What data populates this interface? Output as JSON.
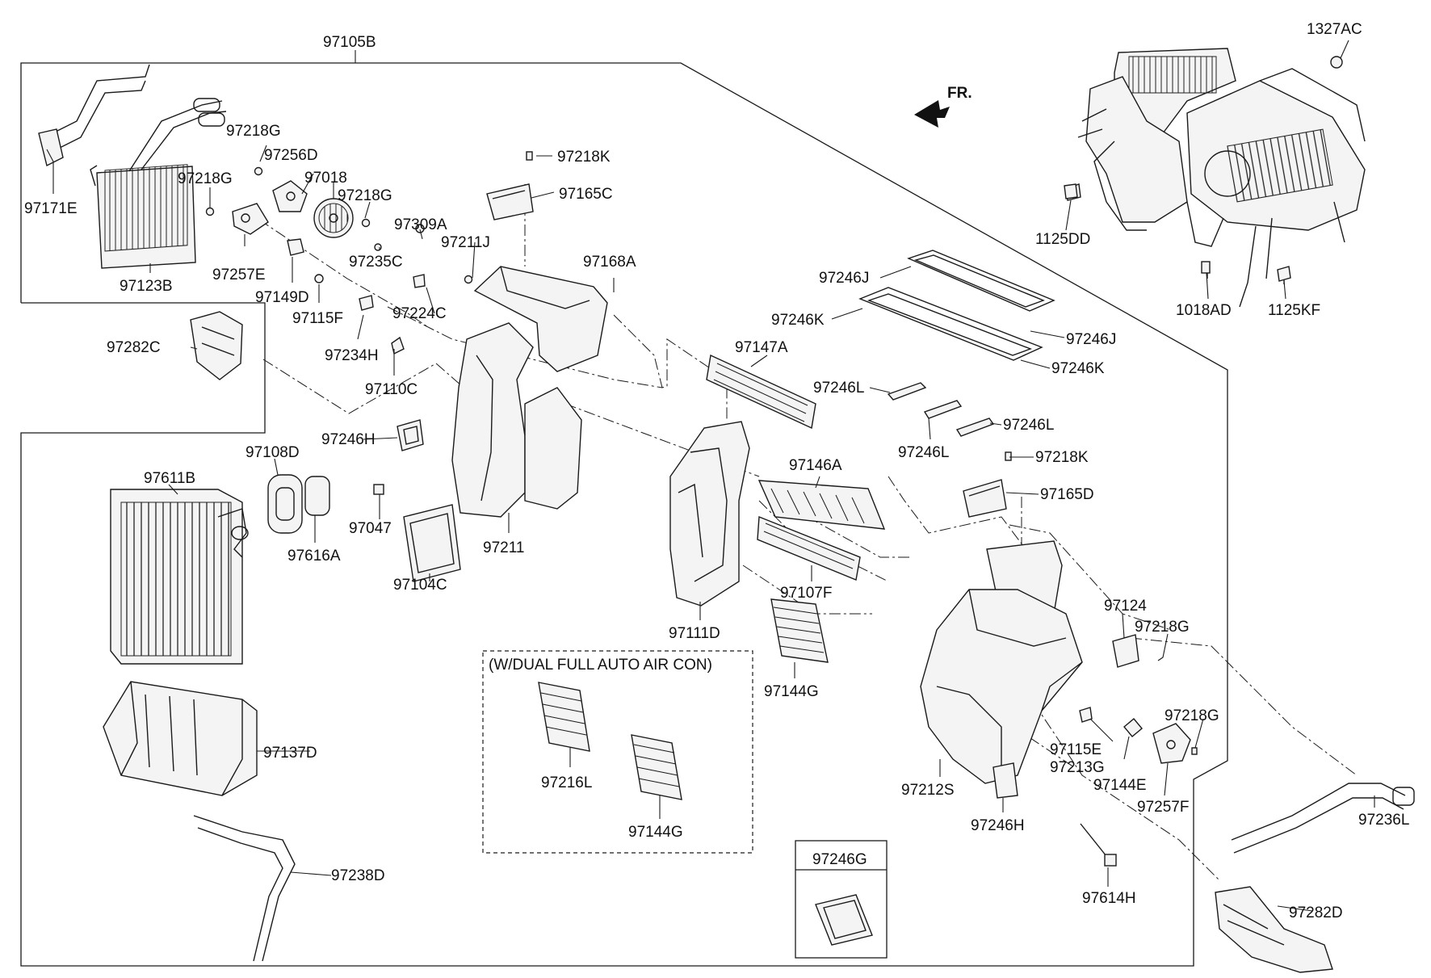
{
  "direction_label": "FR.",
  "option_note": "(W/DUAL FULL AUTO AIR CON)",
  "parts": {
    "p_97105B": "97105B",
    "p_97171E": "97171E",
    "p_97123B": "97123B",
    "p_97218G_a": "97218G",
    "p_97256D": "97256D",
    "p_97018": "97018",
    "p_97218G_b": "97218G",
    "p_97218G_c": "97218G",
    "p_97257E": "97257E",
    "p_97149D": "97149D",
    "p_97235C": "97235C",
    "p_97115F": "97115F",
    "p_97309A": "97309A",
    "p_97211J": "97211J",
    "p_97218K_a": "97218K",
    "p_97165C": "97165C",
    "p_97168A": "97168A",
    "p_97224C": "97224C",
    "p_97234H": "97234H",
    "p_97110C": "97110C",
    "p_97282C": "97282C",
    "p_97246H_a": "97246H",
    "p_97108D": "97108D",
    "p_97611B": "97611B",
    "p_97047": "97047",
    "p_97616A": "97616A",
    "p_97211": "97211",
    "p_97104C": "97104C",
    "p_97111D": "97111D",
    "p_97147A": "97147A",
    "p_97146A": "97146A",
    "p_97107F": "97107F",
    "p_97144G_a": "97144G",
    "p_97216L": "97216L",
    "p_97144G_b": "97144G",
    "p_97137D": "97137D",
    "p_97238D": "97238D",
    "p_97246G": "97246G",
    "p_97246J_a": "97246J",
    "p_97246K_a": "97246K",
    "p_97246J_b": "97246J",
    "p_97246K_b": "97246K",
    "p_97246L_a": "97246L",
    "p_97246L_b": "97246L",
    "p_97246L_c": "97246L",
    "p_97218K_b": "97218K",
    "p_97165D": "97165D",
    "p_97124": "97124",
    "p_97218G_d": "97218G",
    "p_97218G_e": "97218G",
    "p_97115E": "97115E",
    "p_97213G": "97213G",
    "p_97144E": "97144E",
    "p_97257F": "97257F",
    "p_97212S": "97212S",
    "p_97246H_b": "97246H",
    "p_97614H": "97614H",
    "p_97236L": "97236L",
    "p_97282D": "97282D",
    "p_1327AC": "1327AC",
    "p_1125DD": "1125DD",
    "p_1018AD": "1018AD",
    "p_1125KF": "1125KF"
  }
}
